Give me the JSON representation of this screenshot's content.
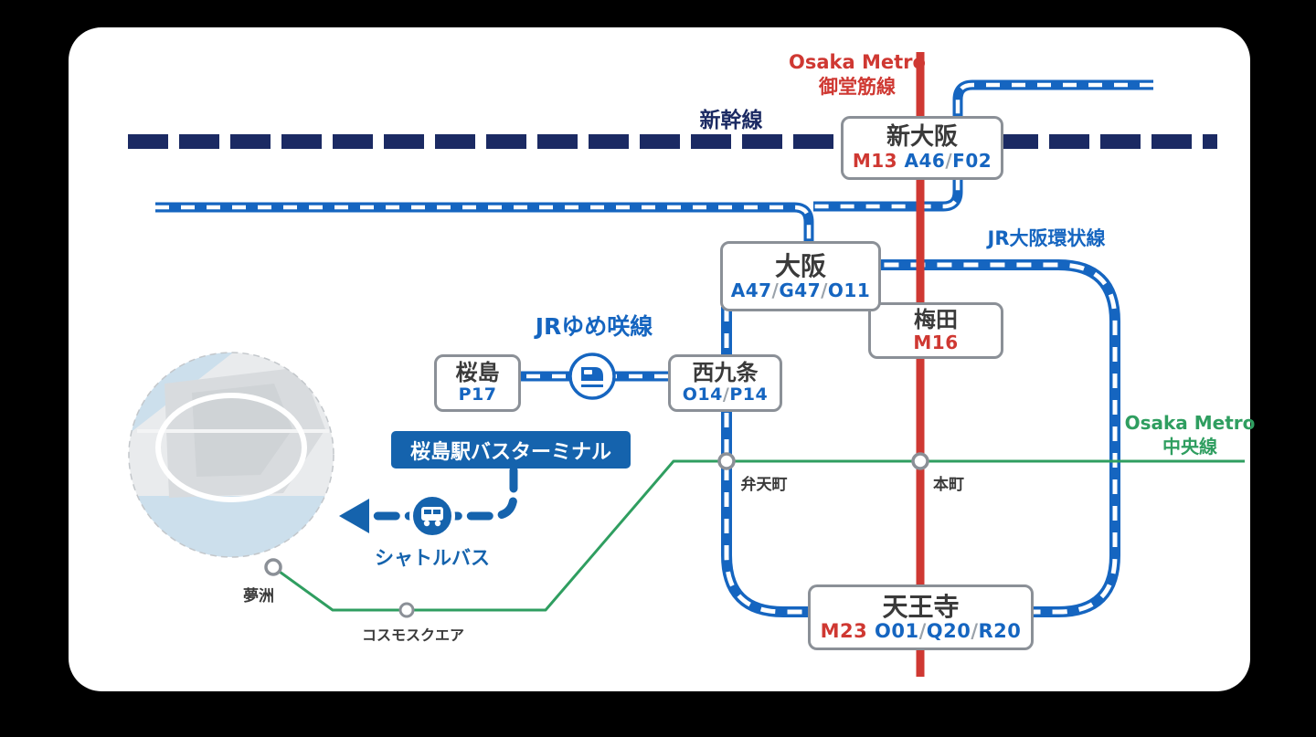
{
  "colors": {
    "shinkansen_navy": "#1b2a63",
    "jr_blue": "#1565c0",
    "metro_red": "#cf3832",
    "metro_green": "#2f9e60",
    "banner_blue": "#1563ad",
    "box_border": "#8b9097"
  },
  "lines": {
    "shinkansen_label": "新幹線",
    "midosuji_label_en": "Osaka Metro",
    "midosuji_label_jp": "御堂筋線",
    "loop_label": "JR大阪環状線",
    "chuo_label_en": "Osaka Metro",
    "chuo_label_jp": "中央線",
    "yumesaki_label": "JRゆめ咲線"
  },
  "stations": {
    "shinosaka": {
      "name": "新大阪",
      "codes": [
        {
          "t": "M13 ",
          "c": "red"
        },
        {
          "t": "A46",
          "c": "blue"
        },
        {
          "t": "/",
          "c": "gray"
        },
        {
          "t": "F02",
          "c": "blue"
        }
      ]
    },
    "osaka": {
      "name": "大阪",
      "codes": [
        {
          "t": "A47",
          "c": "blue"
        },
        {
          "t": "/",
          "c": "gray"
        },
        {
          "t": "G47",
          "c": "blue"
        },
        {
          "t": "/",
          "c": "gray"
        },
        {
          "t": "O11",
          "c": "blue"
        }
      ]
    },
    "umeda": {
      "name": "梅田",
      "codes": [
        {
          "t": "M16",
          "c": "red"
        }
      ]
    },
    "nishikujo": {
      "name": "西九条",
      "codes": [
        {
          "t": "O14",
          "c": "blue"
        },
        {
          "t": "/",
          "c": "gray"
        },
        {
          "t": "P14",
          "c": "blue"
        }
      ]
    },
    "sakurajima": {
      "name": "桜島",
      "codes": [
        {
          "t": "P17",
          "c": "blue"
        }
      ]
    },
    "tennoji": {
      "name": "天王寺",
      "codes": [
        {
          "t": "M23 ",
          "c": "red"
        },
        {
          "t": "O01",
          "c": "blue"
        },
        {
          "t": "/",
          "c": "gray"
        },
        {
          "t": "Q20",
          "c": "blue"
        },
        {
          "t": "/",
          "c": "gray"
        },
        {
          "t": "R20",
          "c": "blue"
        }
      ]
    },
    "bentencho": {
      "name": "弁天町"
    },
    "hommachi": {
      "name": "本町"
    },
    "yumeshima": {
      "name": "夢洲"
    },
    "cosmosquare": {
      "name": "コスモスクエア"
    }
  },
  "bus": {
    "terminal_label": "桜島駅バスターミナル",
    "shuttle_label": "シャトルバス"
  }
}
